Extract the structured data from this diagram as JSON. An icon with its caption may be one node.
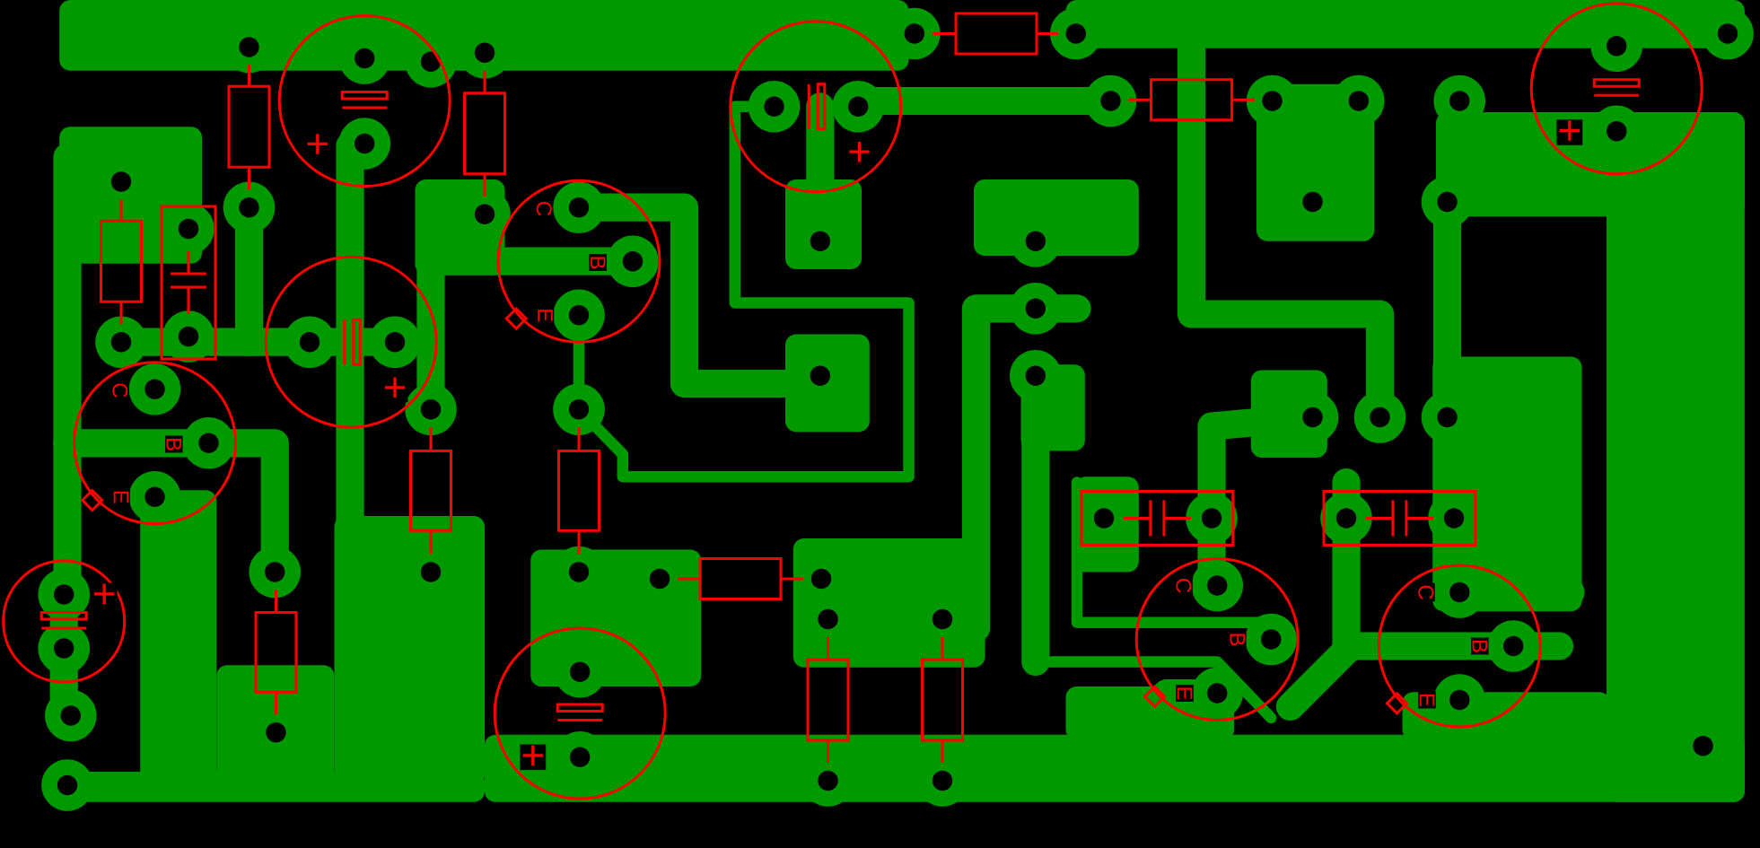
{
  "diagram": {
    "labels": [
      "+",
      "+",
      "+",
      "C",
      "B",
      "E",
      "+",
      "C",
      "B",
      "E",
      "+",
      "C",
      "C",
      "B",
      "B",
      "E",
      "E",
      "+"
    ]
  }
}
